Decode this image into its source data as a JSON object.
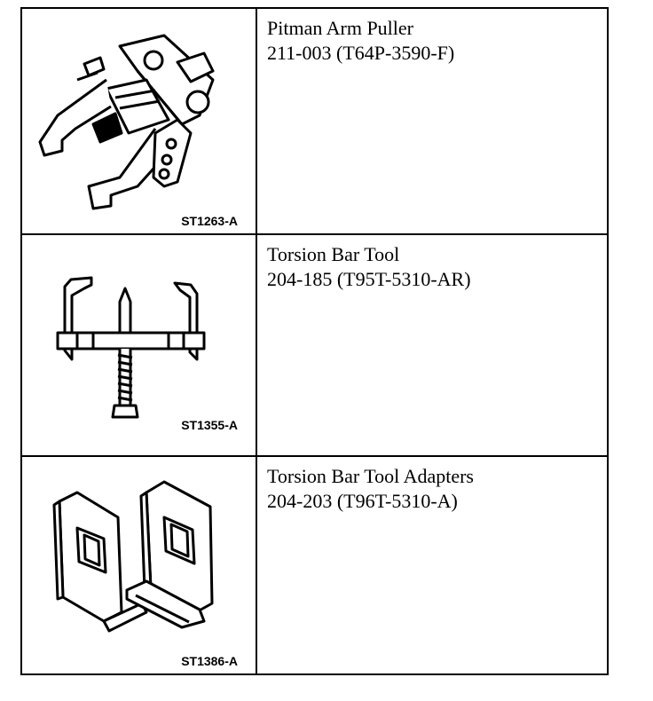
{
  "tools": [
    {
      "image_code": "ST1263-A",
      "name": "Pitman Arm Puller",
      "part_number": "211-003 (T64P-3590-F)"
    },
    {
      "image_code": "ST1355-A",
      "name": "Torsion Bar Tool",
      "part_number": "204-185 (T95T-5310-AR)"
    },
    {
      "image_code": "ST1386-A",
      "name": "Torsion Bar Tool Adapters",
      "part_number": "204-203 (T96T-5310-A)"
    }
  ]
}
